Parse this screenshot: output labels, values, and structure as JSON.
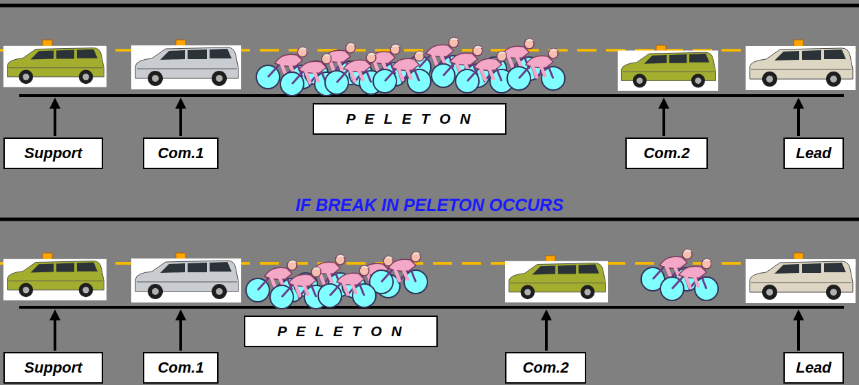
{
  "diagram": {
    "nodes": [
      {
        "text": [
          "Support"
        ]
      },
      {
        "text": [
          "Com.1"
        ]
      },
      {
        "text": [
          "P E L E T O N"
        ]
      },
      {
        "text": [
          "Com.2"
        ]
      },
      {
        "text": [
          "Lead"
        ]
      },
      {
        "text": [
          "Support"
        ]
      },
      {
        "text": [
          "Com.1"
        ]
      },
      {
        "text": [
          "P E L E T O N"
        ]
      },
      {
        "text": [
          "Com.2"
        ]
      },
      {
        "text": [
          "Lead"
        ]
      }
    ],
    "labels": [
      "IF BREAK IN PELETON OCCURS"
    ]
  }
}
